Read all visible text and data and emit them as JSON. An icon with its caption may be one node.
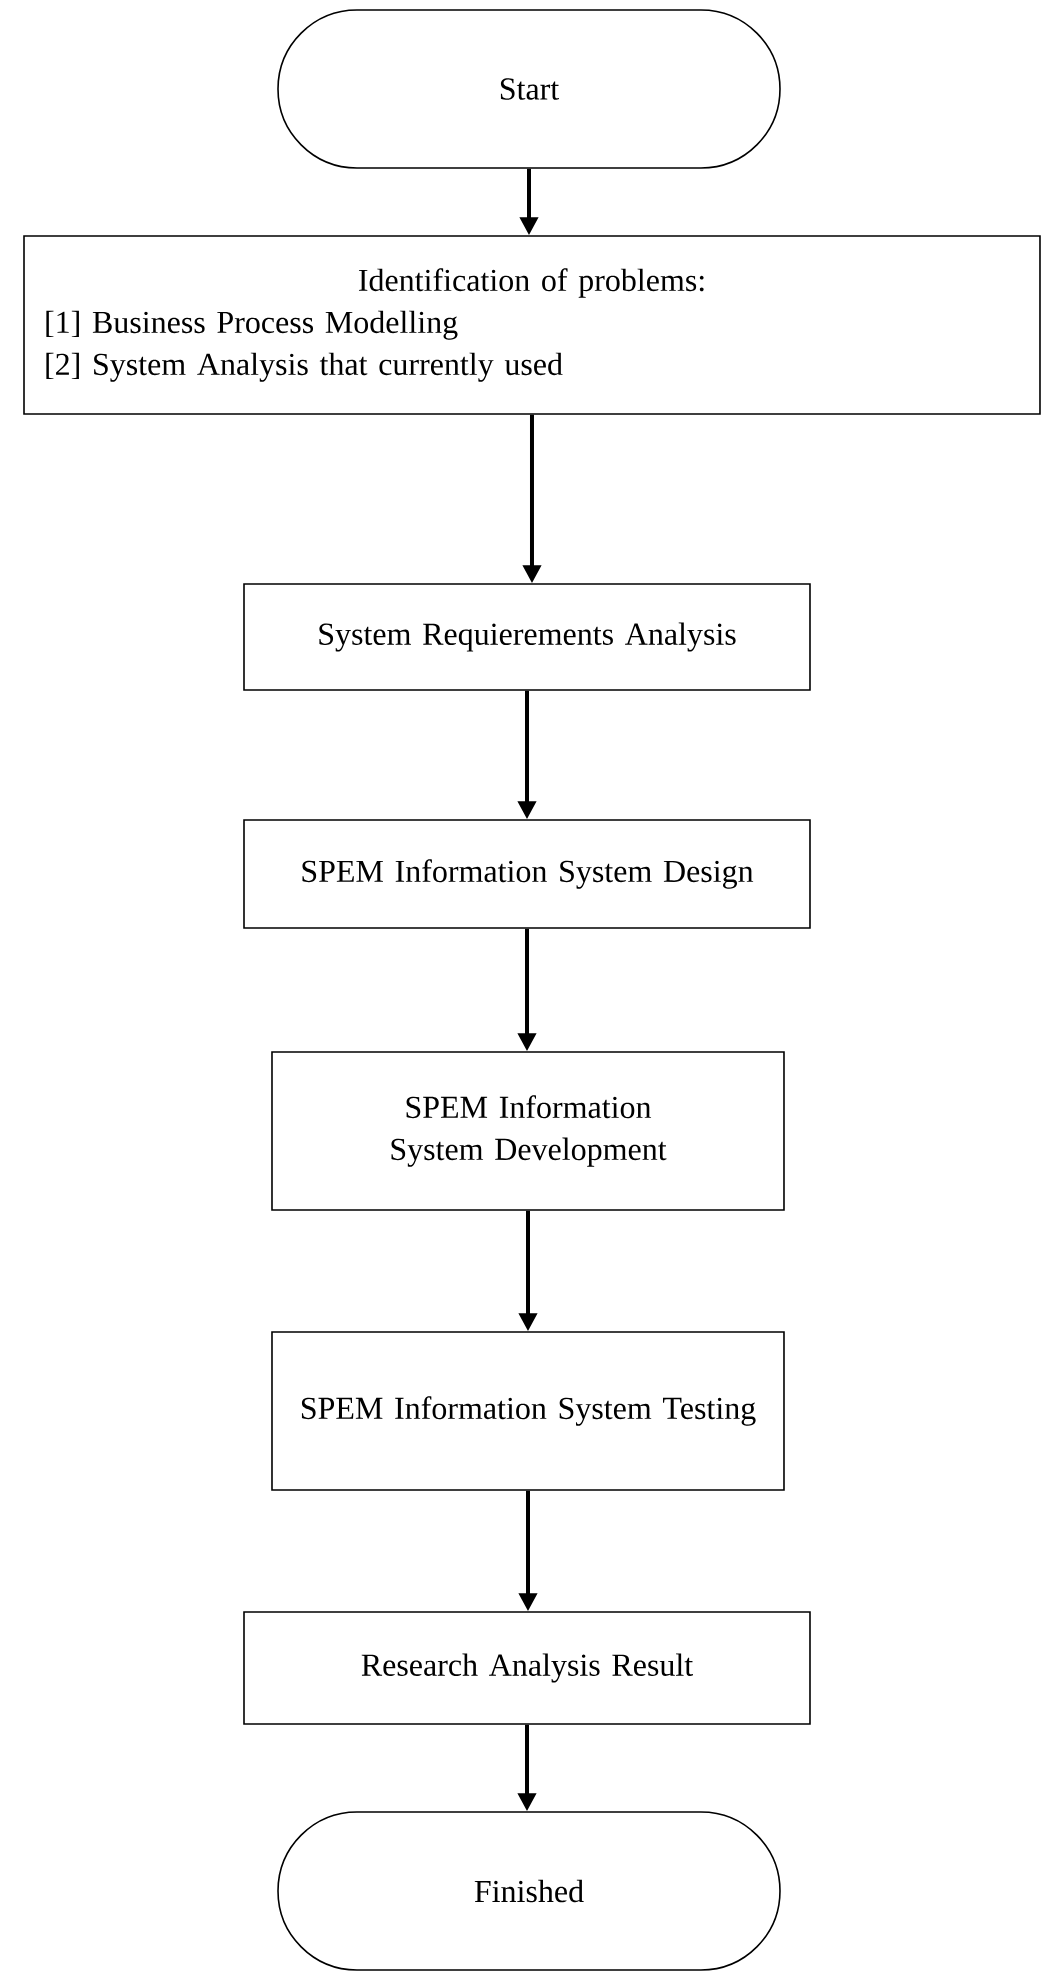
{
  "diagram": {
    "nodes": [
      {
        "text": [
          "Start"
        ]
      },
      {
        "text": [
          "Identification of problems:",
          "[1] Business Process Modelling",
          "[2] System Analysis that currently used"
        ]
      },
      {
        "text": [
          "System Requierements Analysis"
        ]
      },
      {
        "text": [
          "SPEM Information System Design"
        ]
      },
      {
        "text": [
          "SPEM Information System Development"
        ]
      },
      {
        "text": [
          "SPEM Information System Testing"
        ]
      },
      {
        "text": [
          "Research Analysis Result"
        ]
      },
      {
        "text": [
          "Finished"
        ]
      }
    ],
    "edges": [
      {
        "from": 0,
        "to": 1,
        "arrow": "to"
      },
      {
        "from": 1,
        "to": 2,
        "arrow": "to"
      },
      {
        "from": 2,
        "to": 3,
        "arrow": "to"
      },
      {
        "from": 3,
        "to": 4,
        "arrow": "to"
      },
      {
        "from": 4,
        "to": 5,
        "arrow": "to"
      },
      {
        "from": 5,
        "to": 6,
        "arrow": "to"
      },
      {
        "from": 6,
        "to": 7,
        "arrow": "to"
      }
    ]
  }
}
